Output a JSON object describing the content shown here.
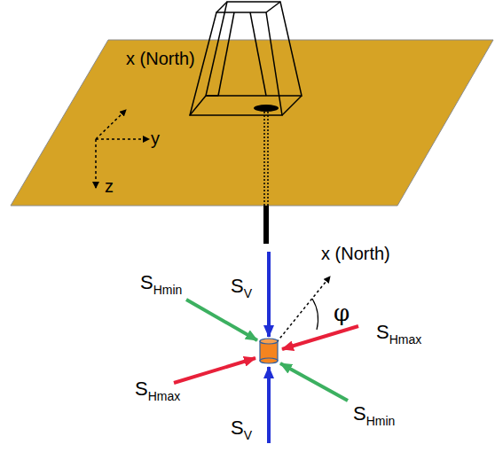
{
  "diagram": {
    "labels": [
      "x (North)",
      "y",
      "z",
      "SV",
      "SHmin",
      "x (North)",
      "φ",
      "SHmax",
      "SHmax",
      "SV",
      "SHmin"
    ]
  }
}
